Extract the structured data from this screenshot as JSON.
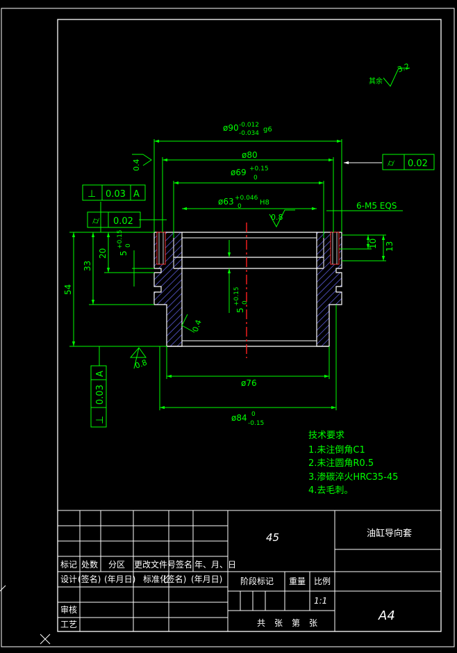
{
  "colors": {
    "background": "#000000",
    "frame": "#ffffff",
    "geometry": "#ffffff",
    "dimension": "#00ff00",
    "hatch": "#5b5bd6",
    "centerline": "#ff2020",
    "tolerance_text": "#00ff00",
    "title_text": "#ffffff"
  },
  "roughness": {
    "other_label": "其余",
    "other_value": "3.2",
    "left_face": "0.4",
    "inner_bore": "0.8",
    "groove": "0.4",
    "bottom_face": "0.8"
  },
  "dimensions": {
    "d90_main": "ø90",
    "d90_upper": "-0.012",
    "d90_lower": "-0.034",
    "d90_fit": "g6",
    "d80": "ø80",
    "d69_main": "ø69",
    "d69_upper": "+0.15",
    "d69_lower": "0",
    "d63_main": "ø63",
    "d63_upper": "+0.046",
    "d63_lower": "0",
    "d63_fit": "H8",
    "thread": "6-M5 EQS",
    "d76": "ø76",
    "d84_main": "ø84",
    "d84_upper": "0",
    "d84_lower": "-0.15",
    "h54": "54",
    "h33": "33",
    "h20": "20",
    "h5_main": "5",
    "h5_upper": "+0.15",
    "h5_lower": "0",
    "h5b_main": "5",
    "h5b_upper": "+0.15",
    "h5b_lower": "0",
    "h10": "10",
    "h13": "13"
  },
  "tolerances": {
    "right_cyl_symbol": "⌭",
    "right_cyl_value": "0.02",
    "top_perp_symbol": "⊥",
    "top_perp_value": "0.03",
    "top_perp_datum": "A",
    "left_cyl_symbol": "⌭",
    "left_cyl_value": "0.02",
    "bottom_perp_symbol": "⊥",
    "bottom_perp_value": "0.03",
    "bottom_perp_datum": "A"
  },
  "notes": {
    "heading": "技术要求",
    "items": [
      "1.未注倒角C1",
      "2.未注圆角R0.5",
      "3.渗碳淬火HRC35-45",
      "4.去毛刺。"
    ]
  },
  "title_block": {
    "material": "45",
    "part_name": "油缸导向套",
    "sheet_size": "A4",
    "scale": "1:1",
    "headers": {
      "mark": "标记",
      "count": "处数",
      "zone": "分区",
      "change_doc": "更改文件号",
      "signature": "签名",
      "date": "年、月、日",
      "design": "设计",
      "sign_paren": "(签名)",
      "date_paren": "(年月日)",
      "standardize": "标准化",
      "review": "审核",
      "process": "工艺",
      "stage_mark": "阶段标记",
      "weight": "重量",
      "scale_label": "比例",
      "total": "共",
      "sheets": "张",
      "page": "第",
      "sheet2": "张"
    }
  }
}
